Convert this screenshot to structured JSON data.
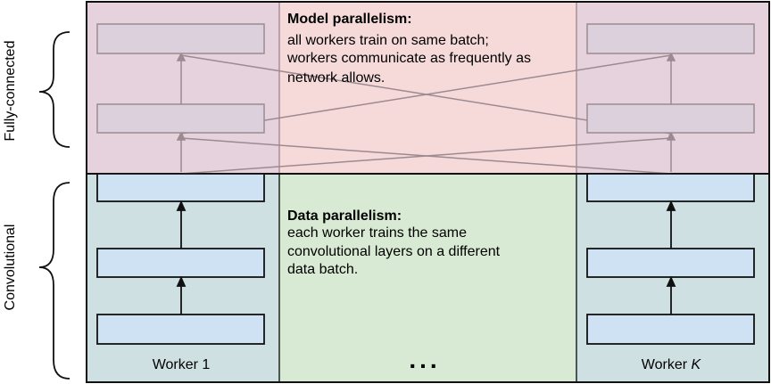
{
  "side_labels": {
    "top": "Fully-connected",
    "bottom": "Convolutional"
  },
  "model_parallelism": {
    "title": "Model parallelism:",
    "lines": [
      "all workers train on same batch;",
      "workers communicate as frequently as",
      "network allows."
    ]
  },
  "data_parallelism": {
    "title": "Data parallelism:",
    "lines": [
      "each worker trains the same",
      "convolutional layers on a different",
      "data batch."
    ]
  },
  "workers": {
    "left_label": "Worker 1",
    "right_label_prefix": "Worker ",
    "right_label_var": "K"
  },
  "ellipsis": "...",
  "colors": {
    "pink_region": "#f6dada",
    "pink_worker": "#e6d2dc",
    "green_region": "#d8ead3",
    "blue_worker": "#cfe0e3",
    "layer_box_blue": "#cfe2f3",
    "layer_box_pink": "#dbd0dc"
  }
}
